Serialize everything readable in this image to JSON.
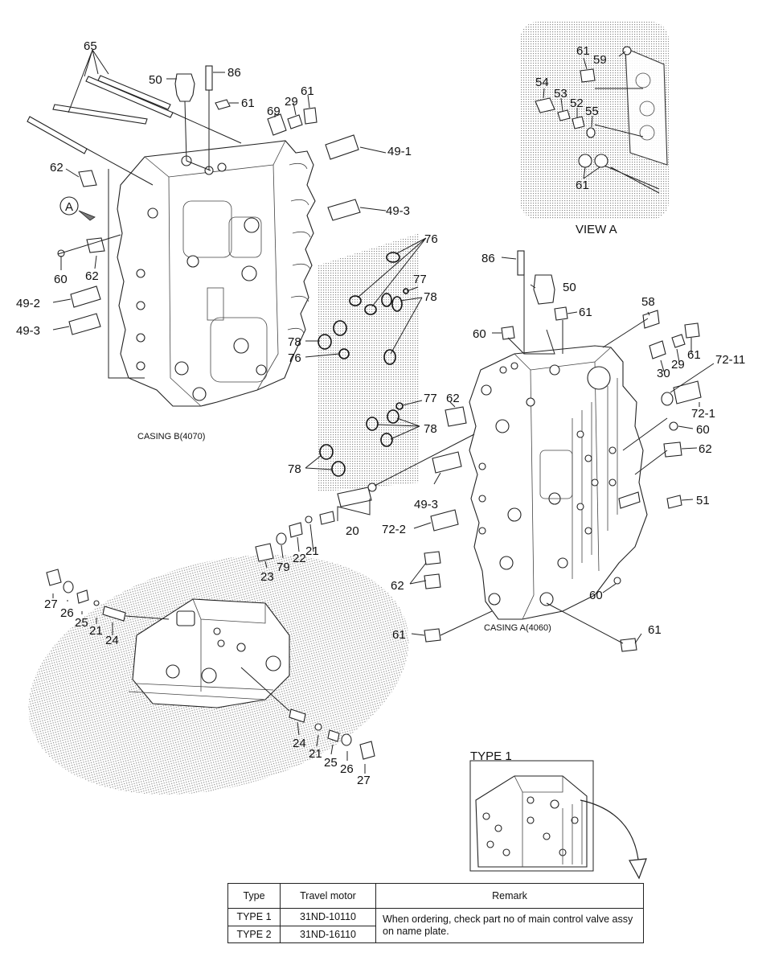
{
  "labels": {
    "p65": "65",
    "p50a": "50",
    "p86a": "86",
    "p61a": "61",
    "p69": "69",
    "p29a": "29",
    "p61b": "61",
    "p49_1": "49-1",
    "p62a": "62",
    "p49_3a": "49-3",
    "p60a": "60",
    "p62b": "62",
    "p49_2": "49-2",
    "p49_3b": "49-3",
    "pA": "A",
    "p76a": "76",
    "p77a": "77",
    "p78a": "78",
    "p78b": "78",
    "p76b": "76",
    "p77b": "77",
    "p78c": "78",
    "p78d": "78",
    "p61c": "61",
    "p59": "59",
    "p54": "54",
    "p53": "53",
    "p52": "52",
    "p55": "55",
    "p61d": "61",
    "p86b": "86",
    "p50b": "50",
    "p61e": "61",
    "p58": "58",
    "p60b": "60",
    "p29b": "29",
    "p61f": "61",
    "p30": "30",
    "p72_11": "72-11",
    "p72_1": "72-1",
    "p62c": "62",
    "p60c": "60",
    "p62d": "62",
    "p51": "51",
    "p49_3c": "49-3",
    "p72_2": "72-2",
    "p20": "20",
    "p21a": "21",
    "p22": "22",
    "p79": "79",
    "p23": "23",
    "p62e": "62",
    "p60d": "60",
    "p61g": "61",
    "p61h": "61",
    "p27a": "27",
    "p26a": "26",
    "p25a": "25",
    "p21b": "21",
    "p24a": "24",
    "p24b": "24",
    "p21c": "21",
    "p25b": "25",
    "p26b": "26",
    "p27b": "27"
  },
  "captions": {
    "casing_b": "CASING B(4070)",
    "casing_a": "CASING A(4060)",
    "view_a": "VIEW A",
    "type1": "TYPE 1"
  },
  "table": {
    "headers": [
      "Type",
      "Travel motor",
      "Remark"
    ],
    "rows": [
      {
        "type": "TYPE 1",
        "motor": "31ND-10110"
      },
      {
        "type": "TYPE 2",
        "motor": "31ND-16110"
      }
    ],
    "remark": "When ordering, check part no of main control valve assy on name plate."
  }
}
